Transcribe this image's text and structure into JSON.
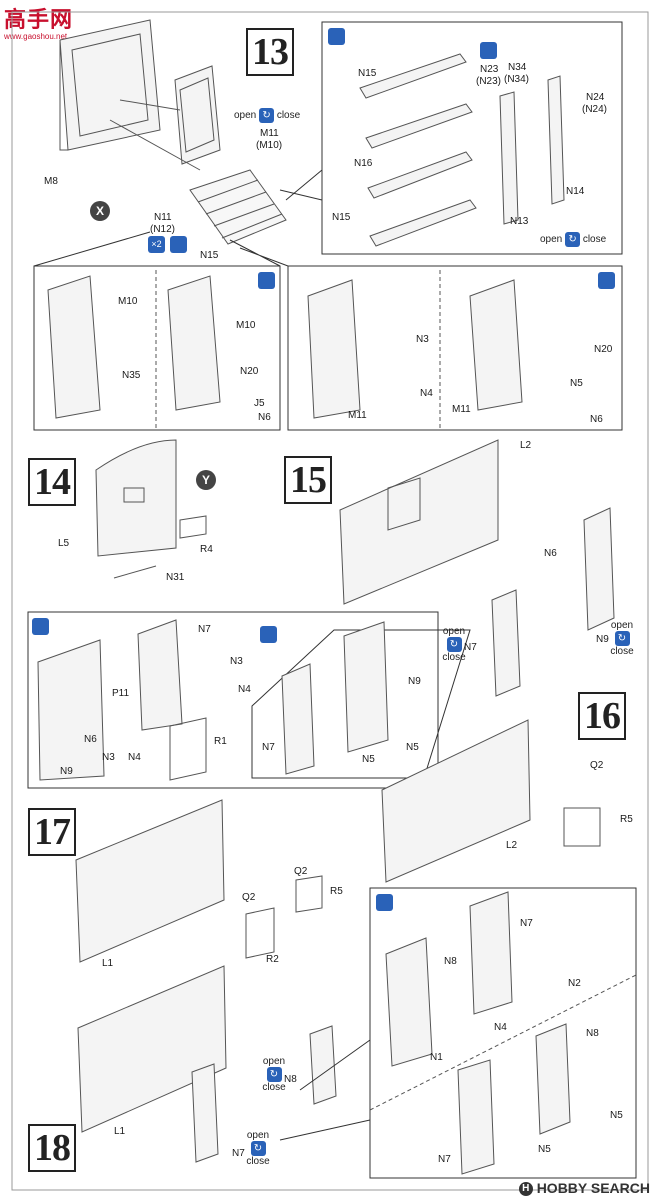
{
  "watermark": {
    "site": "高手网",
    "url": "www.gaoshou.net"
  },
  "hobby_search": {
    "text": "HOBBY SEARCH"
  },
  "steps": [
    "13",
    "14",
    "15",
    "16",
    "17",
    "18"
  ],
  "markers": {
    "x": "X",
    "y": "Y",
    "times2": "×2"
  },
  "toggle": {
    "open": "open",
    "close": "close"
  },
  "labels": {
    "s13": {
      "m8": "M8",
      "m11": "M11",
      "m10p": "(M10)",
      "n11": "N11",
      "n12p": "(N12)",
      "n15": "N15"
    },
    "s13d": {
      "n15a": "N15",
      "n16": "N16",
      "n15b": "N15",
      "n23": "N23",
      "n23p": "(N23)",
      "n34": "N34",
      "n34p": "(N34)",
      "n24": "N24",
      "n24p": "(N24)",
      "n14": "N14",
      "n13": "N13"
    },
    "s13a": {
      "m10": "M10",
      "n35": "N35"
    },
    "s13b": {
      "m10": "M10",
      "n20": "N20",
      "j5": "J5",
      "n6": "N6"
    },
    "s13c": {
      "n3": "N3",
      "n4": "N4",
      "m11": "M11"
    },
    "s13e": {
      "n20": "N20",
      "n5": "N5",
      "m11": "M11",
      "n6": "N6"
    },
    "s14": {
      "l5": "L5",
      "r4": "R4",
      "n31": "N31"
    },
    "s15": {
      "l2": "L2",
      "n6": "N6",
      "n7": "N7",
      "n9": "N9"
    },
    "s15a": {
      "n7": "N7",
      "n3": "N3",
      "n4": "N4",
      "p11": "P11",
      "n6": "N6",
      "n3b": "N3",
      "n4b": "N4",
      "r1": "R1",
      "n9": "N9"
    },
    "s15b": {
      "n9": "N9",
      "n7": "N7",
      "n5a": "N5",
      "n5b": "N5"
    },
    "s16": {
      "q2": "Q2",
      "r5": "R5",
      "l2": "L2"
    },
    "s17": {
      "q2a": "Q2",
      "q2b": "Q2",
      "r5": "R5",
      "r2": "R2",
      "l1": "L1"
    },
    "s18": {
      "n8": "N8",
      "n7": "N7",
      "l1": "L1"
    },
    "s18d": {
      "n7a": "N7",
      "n8a": "N8",
      "n2": "N2",
      "n4": "N4",
      "n1": "N1",
      "n8b": "N8",
      "n5a": "N5",
      "n7b": "N7",
      "n5b": "N5"
    }
  }
}
